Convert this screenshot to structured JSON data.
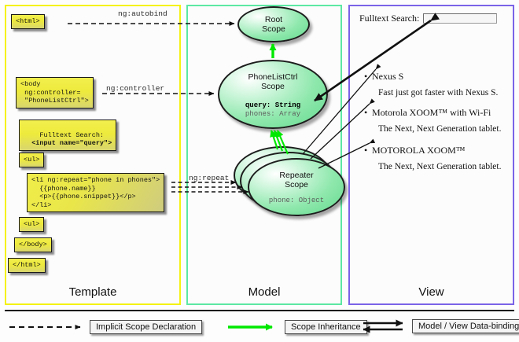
{
  "panels": {
    "template": {
      "title": "Template",
      "border_color": "#f5f211",
      "boxes": {
        "html_open": "<html>",
        "body_open": "<body\n ng:controller=\n \"PhoneListCtrl\">",
        "search_line1": "Fulltext Search:",
        "search_line2": "  <input name=\"query\">",
        "ul_open": "<ul>",
        "li_block": "<li ng:repeat=\"phone in phones\">\n  {{phone.name}}\n  <p>{{phone.snippet}}</p>\n</li>",
        "ul_close": "<ul>",
        "body_close": "</body>",
        "html_close": "</html>"
      }
    },
    "model": {
      "title": "Model",
      "border_color": "#5de8a3",
      "scopes": [
        {
          "name": "root",
          "title_line1": "Root",
          "title_line2": "Scope",
          "props": []
        },
        {
          "name": "phonelistctrl",
          "title_line1": "PhoneListCtrl",
          "title_line2": "Scope",
          "props": [
            {
              "text": "query: String",
              "style": "bold"
            },
            {
              "text": "phones: Array",
              "style": "dim"
            }
          ]
        },
        {
          "name": "repeater",
          "title_line1": "Repeater",
          "title_line2": "Scope",
          "props": [
            {
              "text": "phone: Object",
              "style": "dim"
            }
          ]
        }
      ]
    },
    "view": {
      "title": "View",
      "border_color": "#7b63e8",
      "search_label": "Fulltext Search:",
      "search_value": "",
      "search_placeholder": "",
      "phones": [
        {
          "name": "Nexus S",
          "snippet": "Fast just got faster with Nexus S."
        },
        {
          "name": "Motorola XOOM™  with Wi-Fi",
          "snippet": "The Next, Next Generation tablet."
        },
        {
          "name": "MOTOROLA XOOM™",
          "snippet": "The Next, Next Generation tablet."
        }
      ],
      "bullet": "•"
    }
  },
  "connectors": {
    "autobind": "ng:autobind",
    "controller": "ng:controller",
    "repeat": "ng:repeat"
  },
  "legend": [
    {
      "label": "Implicit Scope Declaration",
      "arrow": "dashed-arrow-icon",
      "color": "#111111"
    },
    {
      "label": "Scope Inheritance",
      "arrow": "green-arrow-icon",
      "color": "#00e800"
    },
    {
      "label": "Model / View Data-binding",
      "arrow": "double-arrow-icon",
      "color": "#111111"
    }
  ]
}
